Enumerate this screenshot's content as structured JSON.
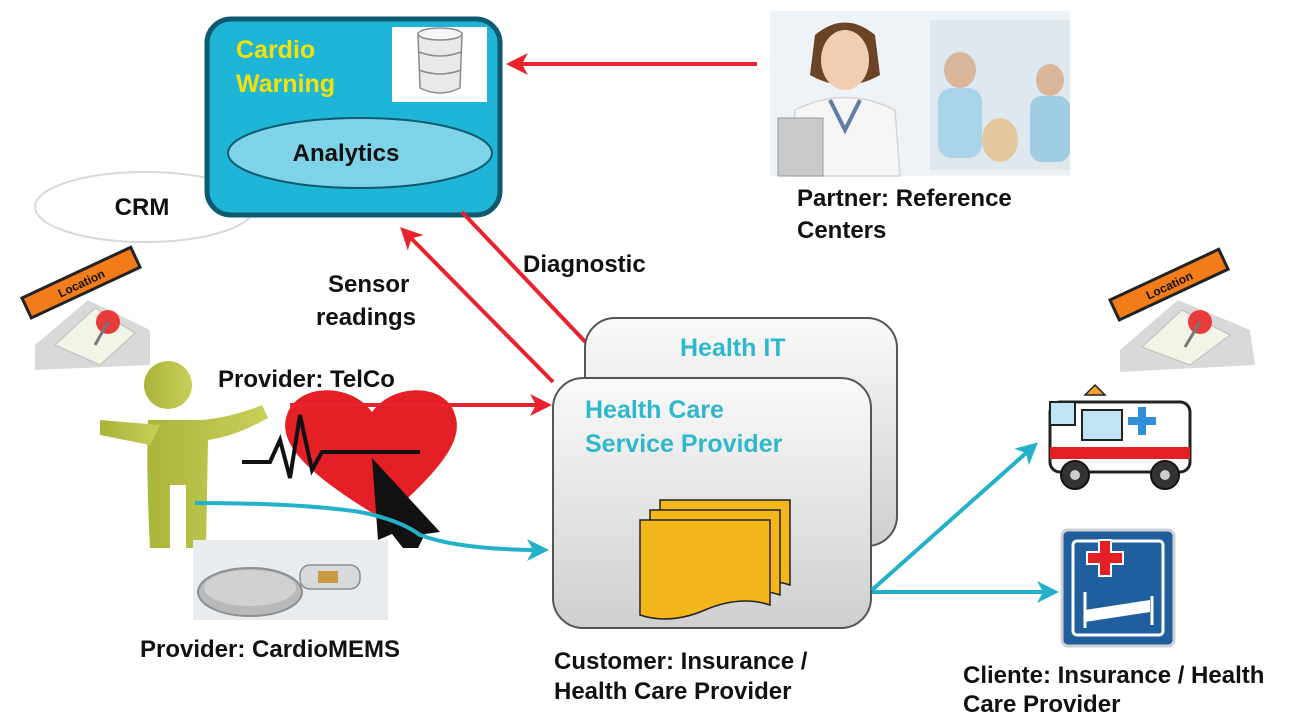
{
  "cardio_warning": {
    "title_line1": "Cardio",
    "title_line2": "Warning",
    "analytics": "Analytics"
  },
  "crm": "CRM",
  "partner": {
    "line1": "Partner: Reference",
    "line2": "Centers"
  },
  "diagnostic": "Diagnostic",
  "sensor": {
    "line1": "Sensor",
    "line2": "readings"
  },
  "provider_telco": "Provider: TelCo",
  "health_it": "Health IT",
  "health_care": {
    "line1": "Health Care",
    "line2": "Service Provider"
  },
  "provider_cardiomems": "Provider: CardioMEMS",
  "customer": {
    "line1": "Customer: Insurance /",
    "line2": "Health Care Provider"
  },
  "cliente": {
    "line1": "Cliente: Insurance / Health",
    "line2": "Care Provider"
  },
  "location_tag": "Location",
  "colors": {
    "red_arrow": "#e8232d",
    "cyan_arrow": "#22b1c8",
    "cardio_box": "#1fb5d6",
    "yellow_text": "#f4e10a",
    "health_text": "#2fb7cc"
  }
}
